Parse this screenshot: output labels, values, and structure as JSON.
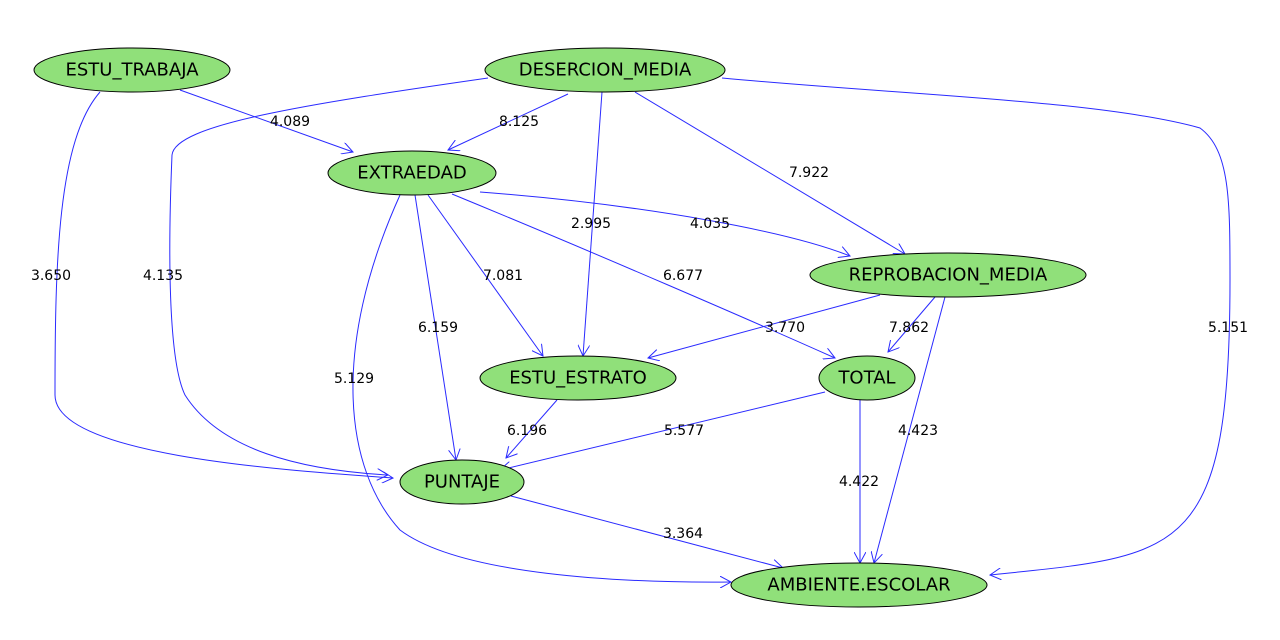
{
  "colors": {
    "node_fill": "#90e07a",
    "node_stroke": "#000000",
    "edge": "#2a2aff"
  },
  "nodes": [
    {
      "id": "estu_trabaja",
      "label": "ESTU_TRABAJA"
    },
    {
      "id": "desercion_media",
      "label": "DESERCION_MEDIA"
    },
    {
      "id": "extraedad",
      "label": "EXTRAEDAD"
    },
    {
      "id": "reprobacion_media",
      "label": "REPROBACION_MEDIA"
    },
    {
      "id": "estu_estrato",
      "label": "ESTU_ESTRATO"
    },
    {
      "id": "total",
      "label": "TOTAL"
    },
    {
      "id": "puntaje",
      "label": "PUNTAJE"
    },
    {
      "id": "ambiente_escolar",
      "label": "AMBIENTE.ESCOLAR"
    }
  ],
  "edges": [
    {
      "from": "estu_trabaja",
      "to": "extraedad",
      "weight": "4.089"
    },
    {
      "from": "estu_trabaja",
      "to": "puntaje",
      "weight": "3.650"
    },
    {
      "from": "desercion_media",
      "to": "extraedad",
      "weight": "8.125"
    },
    {
      "from": "desercion_media",
      "to": "puntaje",
      "weight": "4.135"
    },
    {
      "from": "desercion_media",
      "to": "estu_estrato",
      "weight": "2.995"
    },
    {
      "from": "desercion_media",
      "to": "reprobacion_media",
      "weight": "7.922"
    },
    {
      "from": "desercion_media",
      "to": "ambiente_escolar",
      "weight": "5.151"
    },
    {
      "from": "extraedad",
      "to": "reprobacion_media",
      "weight": "4.035"
    },
    {
      "from": "extraedad",
      "to": "estu_estrato",
      "weight": "7.081"
    },
    {
      "from": "extraedad",
      "to": "total",
      "weight": "6.677"
    },
    {
      "from": "extraedad",
      "to": "puntaje",
      "weight": "6.159"
    },
    {
      "from": "extraedad",
      "to": "ambiente_escolar",
      "weight": "5.129"
    },
    {
      "from": "reprobacion_media",
      "to": "estu_estrato",
      "weight": "3.770"
    },
    {
      "from": "reprobacion_media",
      "to": "total",
      "weight": "7.862"
    },
    {
      "from": "reprobacion_media",
      "to": "ambiente_escolar",
      "weight": "4.423"
    },
    {
      "from": "estu_estrato",
      "to": "puntaje",
      "weight": "6.196"
    },
    {
      "from": "total",
      "to": "puntaje",
      "weight": "5.577"
    },
    {
      "from": "total",
      "to": "ambiente_escolar",
      "weight": "4.422"
    },
    {
      "from": "puntaje",
      "to": "ambiente_escolar",
      "weight": "3.364"
    }
  ]
}
